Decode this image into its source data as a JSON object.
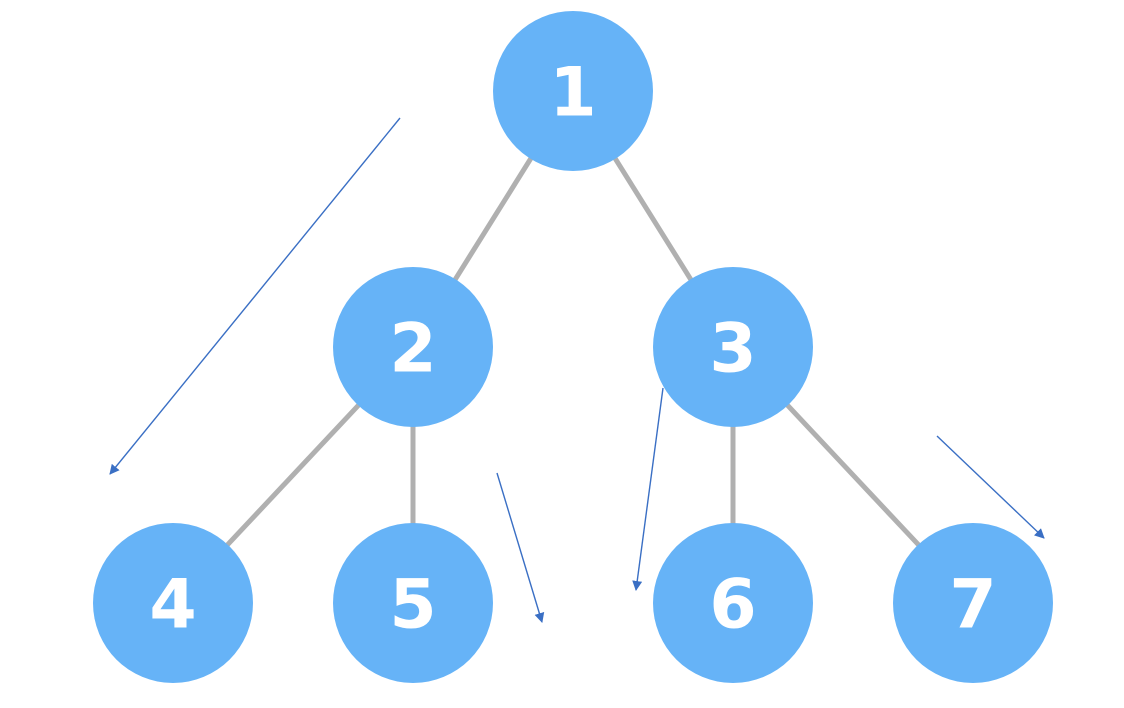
{
  "diagram": {
    "type": "binary-tree",
    "colors": {
      "background": "#ffffff",
      "node_fill": "#66b3f7",
      "node_text": "#ffffff",
      "edge": "#b0b0b0",
      "arrow": "#3a6fc4"
    },
    "nodes": [
      {
        "id": "n1",
        "label": "1"
      },
      {
        "id": "n2",
        "label": "2"
      },
      {
        "id": "n3",
        "label": "3"
      },
      {
        "id": "n4",
        "label": "4"
      },
      {
        "id": "n5",
        "label": "5"
      },
      {
        "id": "n6",
        "label": "6"
      },
      {
        "id": "n7",
        "label": "7"
      }
    ],
    "edges": [
      {
        "from": "n1",
        "to": "n2"
      },
      {
        "from": "n1",
        "to": "n3"
      },
      {
        "from": "n2",
        "to": "n4"
      },
      {
        "from": "n2",
        "to": "n5"
      },
      {
        "from": "n3",
        "to": "n6"
      },
      {
        "from": "n3",
        "to": "n7"
      }
    ],
    "arrow_count": 4
  }
}
